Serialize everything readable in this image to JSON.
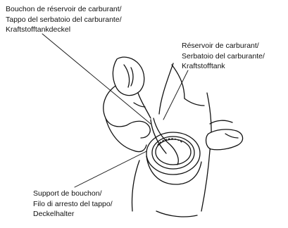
{
  "labels": {
    "fuel_cap": {
      "line1": "Bouchon de réservoir de carburant/",
      "line2": "Tappo del serbatoio del carburante/",
      "line3": "Kraftstofftankdeckel"
    },
    "fuel_tank": {
      "line1": "Réservoir de carburant/",
      "line2": "Serbatoio del carburante/",
      "line3": "Kraftstofftank"
    },
    "cap_holder": {
      "line1": "Support de bouchon/",
      "line2": "Filo di arresto del tappo/",
      "line3": "Deckelhalter"
    }
  }
}
